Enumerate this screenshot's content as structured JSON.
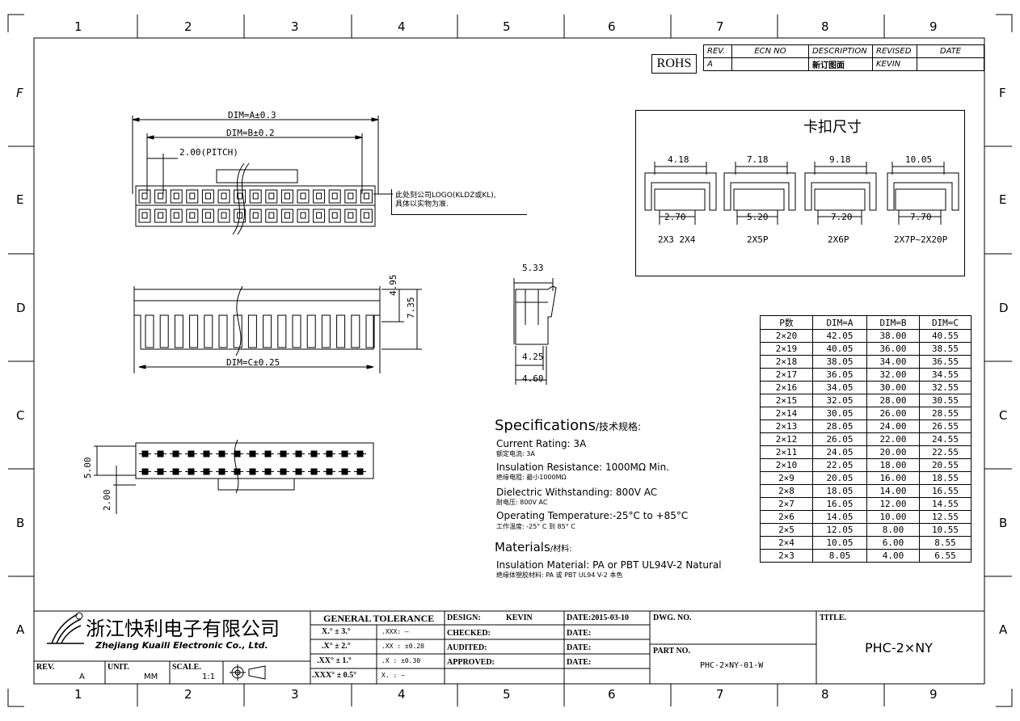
{
  "zones": {
    "columns": [
      "1",
      "2",
      "3",
      "4",
      "5",
      "6",
      "7",
      "8",
      "9"
    ],
    "rows": [
      "F",
      "E",
      "D",
      "C",
      "B",
      "A"
    ]
  },
  "revision": {
    "rohs": "ROHS",
    "headers": [
      "REV.",
      "ECN NO",
      "DESCRIPTION",
      "REVISED",
      "DATE"
    ],
    "row": [
      "A",
      "",
      "新订图面",
      "KEVIN",
      ""
    ]
  },
  "top_view": {
    "dim_a": "DIM=A±0.3",
    "dim_b": "DIM=B±0.2",
    "pitch": "2.00(PITCH)",
    "logo_note_1": "此处刻公司LOGO(KLDZ或KL),",
    "logo_note_2": "具体以实物为准."
  },
  "front_view": {
    "dim_c": "DIM=C±0.25",
    "h1": "4.95",
    "h2": "7.35"
  },
  "side_view": {
    "w1": "5.33",
    "w2": "4.25",
    "w3": "4.60"
  },
  "bottom_view": {
    "v1": "5.00",
    "v2": "2.00"
  },
  "latch": {
    "title": "卡扣尺寸",
    "items": [
      {
        "top": "4.18",
        "bottom": "2.70",
        "label": "2X3 2X4"
      },
      {
        "top": "7.18",
        "bottom": "5.20",
        "label": "2X5P"
      },
      {
        "top": "9.18",
        "bottom": "7.20",
        "label": "2X6P"
      },
      {
        "top": "10.05",
        "bottom": "7.70",
        "label": "2X7P~2X20P"
      }
    ]
  },
  "specs": {
    "title": "Specifications",
    "title_cn": "/技术规格:",
    "lines": [
      {
        "en": "Current Rating: 3A",
        "cn": "额定电流: 3A"
      },
      {
        "en": "Insulation Resistance: 1000MΩ Min.",
        "cn": "绝缘电阻: 最小1000MΩ"
      },
      {
        "en": "Dielectric Withstanding: 800V AC",
        "cn": "耐电压: 800V AC"
      },
      {
        "en": "Operating Temperature:-25°C to +85°C",
        "cn": "工作温度: -25° C 到 85° C"
      }
    ],
    "materials_title": "Materials",
    "materials_cn": "/材料:",
    "materials": {
      "en": "Insulation Material: PA or PBT UL94V-2 Natural",
      "cn": "绝缘体塑胶材料: PA 或 PBT UL94 V-2 本色"
    }
  },
  "dim_table": {
    "headers": [
      "P数",
      "DIM=A",
      "DIM=B",
      "DIM=C"
    ],
    "rows": [
      [
        "2×20",
        "42.05",
        "38.00",
        "40.55"
      ],
      [
        "2×19",
        "40.05",
        "36.00",
        "38.55"
      ],
      [
        "2×18",
        "38.05",
        "34.00",
        "36.55"
      ],
      [
        "2×17",
        "36.05",
        "32.00",
        "34.55"
      ],
      [
        "2×16",
        "34.05",
        "30.00",
        "32.55"
      ],
      [
        "2×15",
        "32.05",
        "28.00",
        "30.55"
      ],
      [
        "2×14",
        "30.05",
        "26.00",
        "28.55"
      ],
      [
        "2×13",
        "28.05",
        "24.00",
        "26.55"
      ],
      [
        "2×12",
        "26.05",
        "22.00",
        "24.55"
      ],
      [
        "2×11",
        "24.05",
        "20.00",
        "22.55"
      ],
      [
        "2×10",
        "22.05",
        "18.00",
        "20.55"
      ],
      [
        "2×9",
        "20.05",
        "16.00",
        "18.55"
      ],
      [
        "2×8",
        "18.05",
        "14.00",
        "16.55"
      ],
      [
        "2×7",
        "16.05",
        "12.00",
        "14.55"
      ],
      [
        "2×6",
        "14.05",
        "10.00",
        "12.55"
      ],
      [
        "2×5",
        "12.05",
        "8.00",
        "10.55"
      ],
      [
        "2×4",
        "10.05",
        "6.00",
        "8.55"
      ],
      [
        "2×3",
        "8.05",
        "4.00",
        "6.55"
      ]
    ]
  },
  "title_block": {
    "company_cn": "浙江快利电子有限公司",
    "company_en": "Zhejiang Kuaili Electronic Co., Ltd.",
    "rev_label": "REV.",
    "rev": "A",
    "unit_label": "UNIT.",
    "unit": "MM",
    "scale_label": "SCALE.",
    "scale": "1:1",
    "tol_title": "GENERAL TOLERANCE",
    "tol_rows": [
      {
        "a": "X.° ± 3.°",
        "b": ".XXX: —"
      },
      {
        "a": ".X° ± 2.°",
        "b": ".XX : ±0.20"
      },
      {
        "a": ".XX° ± 1.°",
        "b": ".X : ±0.30"
      },
      {
        "a": ".XXX° ± 0.5°",
        "b": "X. : —"
      }
    ],
    "design_label": "DESIGN:",
    "design": "KEVIN",
    "checked_label": "CHECKED:",
    "audited_label": "AUDITED:",
    "approved_label": "APPROVED:",
    "date_label": "DATE:",
    "date": "2015-03-10",
    "dwg_label": "DWG. NO.",
    "part_label": "PART NO.",
    "part": "PHC-2×NY-01-W",
    "title_label": "TITLE.",
    "title": "PHC-2×NY"
  }
}
